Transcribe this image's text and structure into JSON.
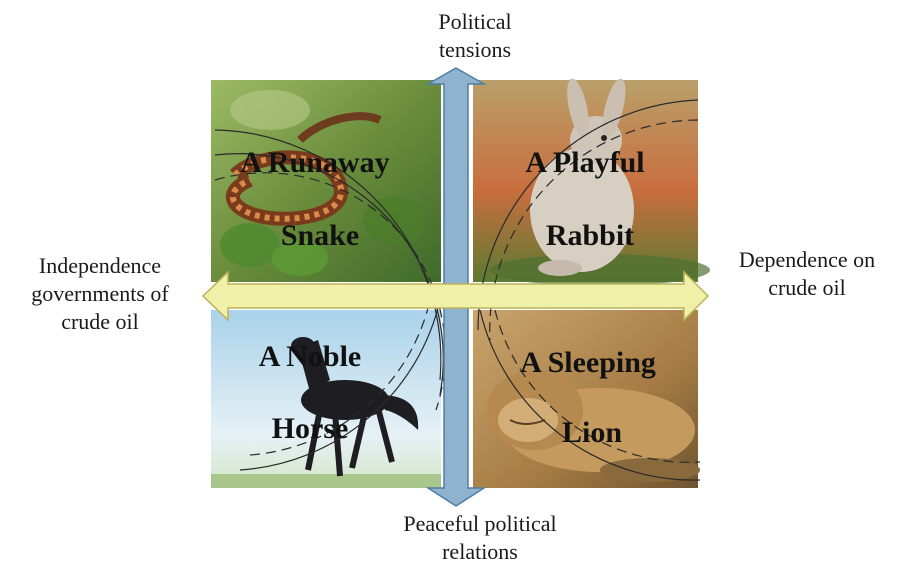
{
  "axes": {
    "top": [
      "Political",
      "tensions"
    ],
    "bottom": [
      "Peaceful political",
      "relations"
    ],
    "left": [
      "Independence",
      "governments of",
      "crude oil"
    ],
    "right": [
      "Dependence on",
      "crude oil"
    ]
  },
  "quadrants": {
    "top_left": {
      "line1": "A Runaway",
      "line2": "Snake",
      "animal": "snake"
    },
    "top_right": {
      "line1": "A Playful",
      "line2": "Rabbit",
      "animal": "rabbit"
    },
    "bottom_left": {
      "line1": "A Noble",
      "line2": "Horse",
      "animal": "horse"
    },
    "bottom_right": {
      "line1": "A Sleeping",
      "line2": "Lion",
      "animal": "lion"
    }
  },
  "colors": {
    "vertical_arrow": "#8fb3cf",
    "horizontal_arrow": "#f1f0a8"
  }
}
